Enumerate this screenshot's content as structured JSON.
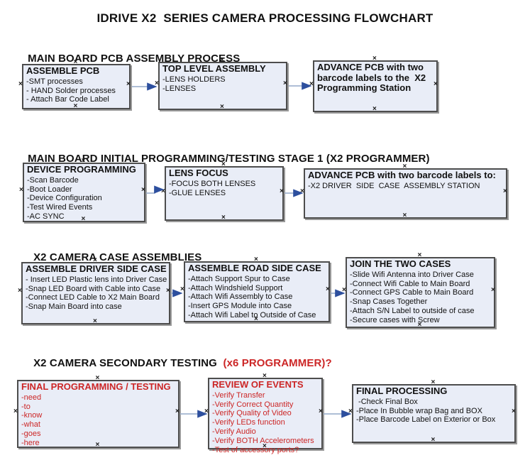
{
  "title": "IDRIVE X2  SERIES CAMERA PROCESSING FLOWCHART",
  "colors": {
    "box_fill": "#e9edf7",
    "box_border": "#4d4d4d",
    "arrow_line": "#94a9c8",
    "arrow_head": "#2d4f9e",
    "red": "#cc2626"
  },
  "sections": [
    {
      "header": "MAIN BOARD PCB ASSEMBLY PROCESS",
      "boxes": [
        {
          "title": "ASSEMBLE PCB",
          "items": [
            "-SMT processes",
            "- HAND Solder processes",
            "- Attach Bar Code Label"
          ]
        },
        {
          "title": "TOP LEVEL ASSEMBLY",
          "items": [
            "-LENS HOLDERS",
            "-LENSES"
          ]
        },
        {
          "title": "ADVANCE PCB with two barcode labels to the  X2 Programming Station",
          "items": []
        }
      ]
    },
    {
      "header": "MAIN BOARD INITIAL PROGRAMMING/TESTING STAGE 1 (X2 PROGRAMMER)",
      "boxes": [
        {
          "title": "DEVICE PROGRAMMING",
          "items": [
            "-Scan Barcode",
            "-Boot Loader",
            "-Device Configuration",
            "-Test Wired Events",
            "-AC SYNC"
          ]
        },
        {
          "title": "LENS FOCUS",
          "items": [
            "-FOCUS BOTH LENSES",
            "-GLUE LENSES"
          ]
        },
        {
          "title": "ADVANCE PCB with two barcode labels to:",
          "items": [
            "-X2 DRIVER  SIDE  CASE  ASSEMBLY STATION"
          ]
        }
      ]
    },
    {
      "header": "X2 CAMERA CASE ASSEMBLIES",
      "boxes": [
        {
          "title": "ASSEMBLE DRIVER SIDE CASE",
          "items": [
            "- Insert LED Plastic lens into Driver Case",
            "-Snap LED Board with Cable into Case",
            "-Connect LED Cable to X2 Main Board",
            "-Snap Main Board into case"
          ]
        },
        {
          "title": "ASSEMBLE ROAD SIDE CASE",
          "items": [
            "-Attach Support Spur to Case",
            "-Attach Windshield Support",
            "-Attach Wifi Assembly to Case",
            "-Insert GPS Module into Case",
            "-Attach Wifi Label to Outside of Case"
          ]
        },
        {
          "title": "JOIN THE TWO CASES",
          "items": [
            "-Slide Wifi Antenna into Driver Case",
            "-Connect Wifi Cable to Main Board",
            "-Connect GPS Cable to Main Board",
            "-Snap Cases Together",
            "-Attach S/N Label to outside of case",
            "-Secure cases with Screw"
          ]
        }
      ]
    },
    {
      "header": "X2 CAMERA SECONDARY TESTING ",
      "header_suffix": " (x6 PROGRAMMER)?",
      "boxes": [
        {
          "title": "FINAL PROGRAMMING / TESTING",
          "items": [
            "-need",
            "-to",
            "-know",
            "-what",
            "-goes",
            "-here"
          ]
        },
        {
          "title": "REVIEW OF EVENTS",
          "items": [
            "-Verify Transfer",
            "-Verify Correct Quantity",
            "-Verify Quality of Video",
            "-Verify LEDs function",
            "-Verify Audio",
            "-Verify BOTH Accelerometers",
            "-Test of accessory ports?"
          ]
        },
        {
          "title": "FINAL PROCESSING",
          "items": [
            " -Check Final Box",
            "-Place In Bubble wrap Bag and BOX",
            "-Place Barcode Label on Exterior or Box"
          ]
        }
      ]
    }
  ]
}
